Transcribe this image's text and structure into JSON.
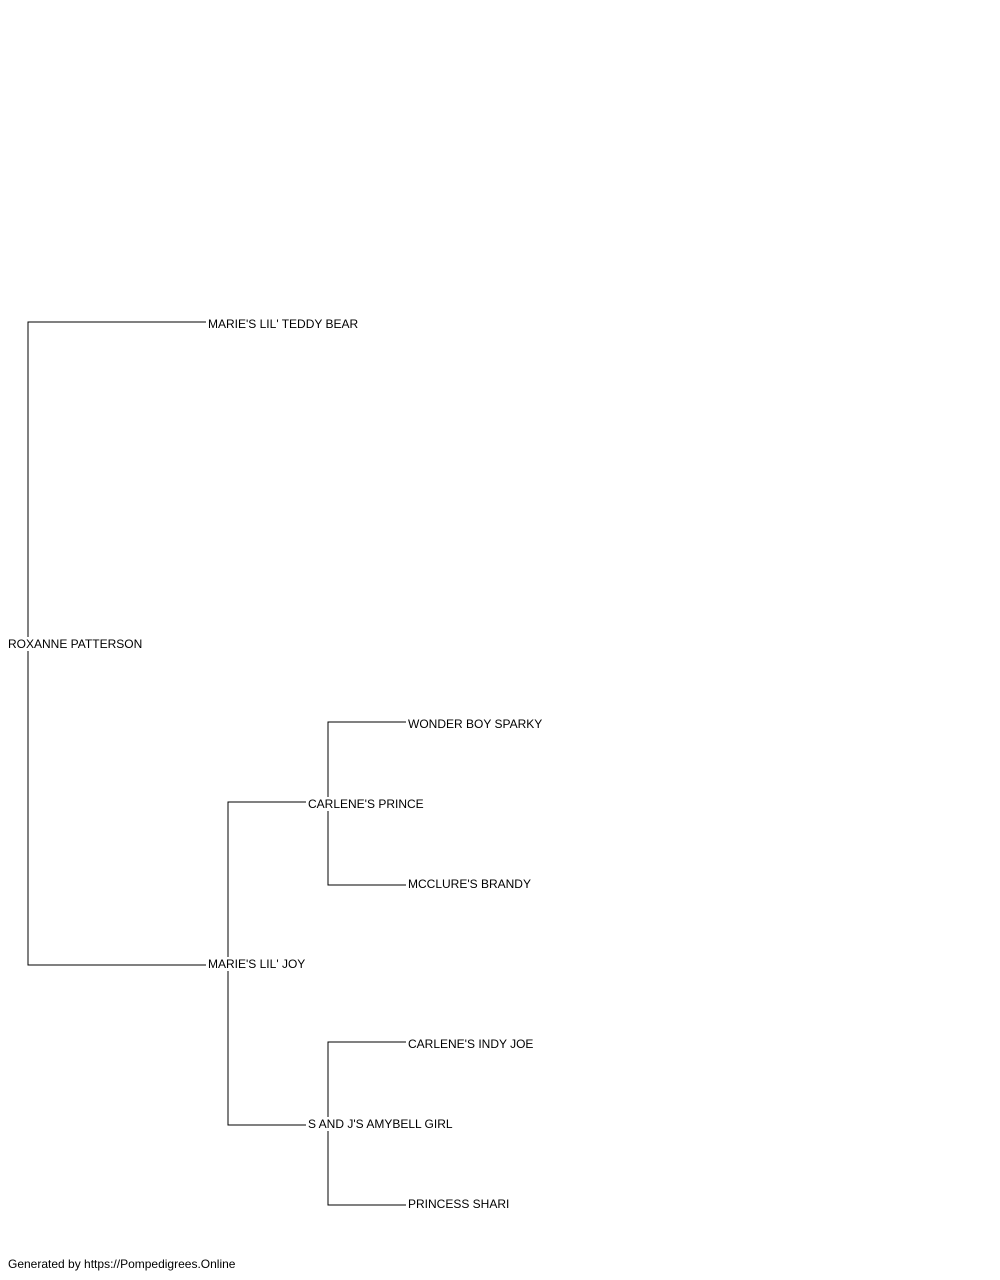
{
  "pedigree": {
    "subject": "ROXANNE PATTERSON",
    "sire": "MARIE'S LIL' TEDDY BEAR",
    "dam": "MARIE'S LIL' JOY",
    "dam_sire": "CARLENE'S PRINCE",
    "dam_dam": "S AND J'S AMYBELL GIRL",
    "dam_sire_sire": "WONDER BOY SPARKY",
    "dam_sire_dam": "MCCLURE'S BRANDY",
    "dam_dam_sire": "CARLENE'S INDY JOE",
    "dam_dam_dam": "PRINCESS SHARI"
  },
  "footer": {
    "text": "Generated by https://Pompedigrees.Online"
  }
}
